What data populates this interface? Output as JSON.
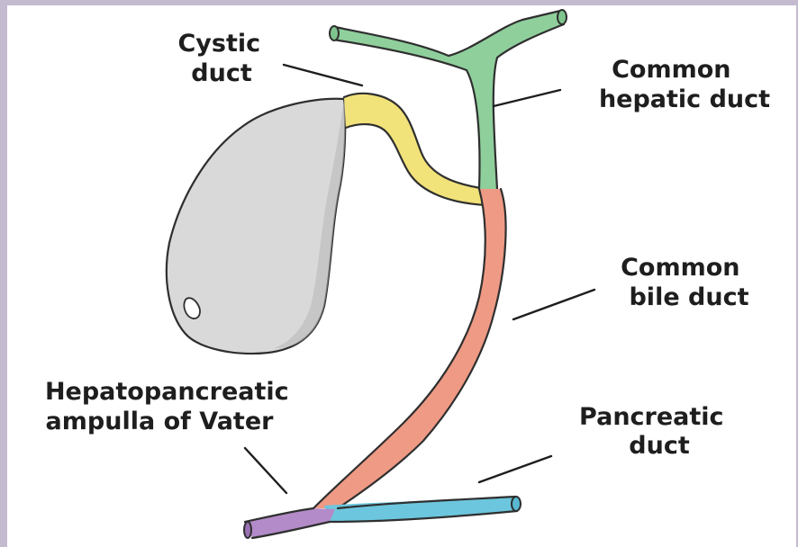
{
  "labels": {
    "cystic": [
      "Cystic",
      "duct"
    ],
    "common_hepatic": [
      "Common",
      "hepatic duct"
    ],
    "common_bile": [
      "Common",
      "bile duct"
    ],
    "ampulla": [
      "Hepatopancreatic",
      "ampulla of Vater"
    ],
    "pancreatic": [
      "Pancreatic",
      "duct"
    ]
  },
  "colors": {
    "gallbladder": "#d9d9d9",
    "cystic_duct": "#f2e27a",
    "common_hepatic_duct": "#8fcf9c",
    "common_bile_duct": "#ef9a85",
    "pancreatic_duct": "#6cc6de",
    "ampulla": "#b38bc8"
  }
}
